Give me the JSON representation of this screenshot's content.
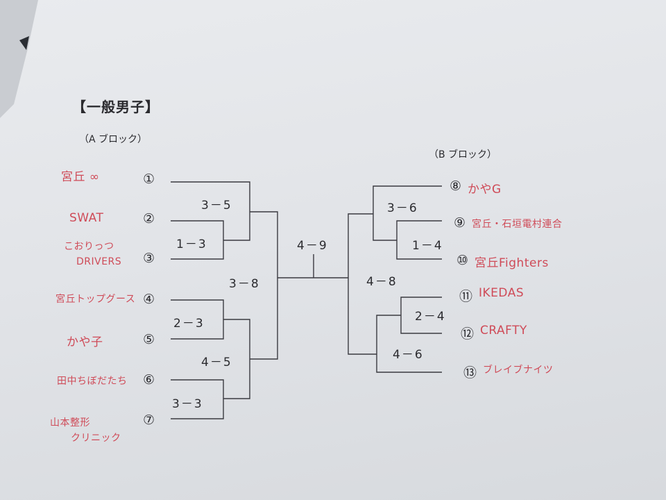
{
  "title": "【一般男子】",
  "block_a": {
    "label": "（A ブロック）"
  },
  "block_b": {
    "label": "（B ブロック）"
  },
  "teams_a": [
    {
      "seed": "①",
      "name": "宮丘 ∞"
    },
    {
      "seed": "②",
      "name": "SWAT"
    },
    {
      "seed": "③",
      "name": [
        "こおりっつ",
        "DRIVERS"
      ]
    },
    {
      "seed": "④",
      "name": "宮丘トップグース"
    },
    {
      "seed": "⑤",
      "name": "かや子"
    },
    {
      "seed": "⑥",
      "name": "田中ちぼだたち"
    },
    {
      "seed": "⑦",
      "name": [
        "山本整形",
        "クリニック"
      ]
    }
  ],
  "teams_b": [
    {
      "seed": "⑧",
      "name": "かやG"
    },
    {
      "seed": "⑨",
      "name": "宮丘・石垣電村連合"
    },
    {
      "seed": "⑩",
      "name": "宮丘Fighters"
    },
    {
      "seed": "⑪",
      "name": "IKEDAS"
    },
    {
      "seed": "⑫",
      "name": "CRAFTY"
    },
    {
      "seed": "⑬",
      "name": "ブレイブナイツ"
    }
  ],
  "scores": {
    "a_r1_2v3": "1－3",
    "a_r1_4v5": "2－3",
    "a_r1_6v7": "3－3",
    "a_r2_1": "3－5",
    "a_r2_2": "4－5",
    "a_final": "3－8",
    "b_r1_9v10": "1－4",
    "b_r1_11v12": "2－4",
    "b_r2_1": "3－6",
    "b_r2_2": "4－6",
    "b_final": "4－8",
    "final": "4－9"
  }
}
